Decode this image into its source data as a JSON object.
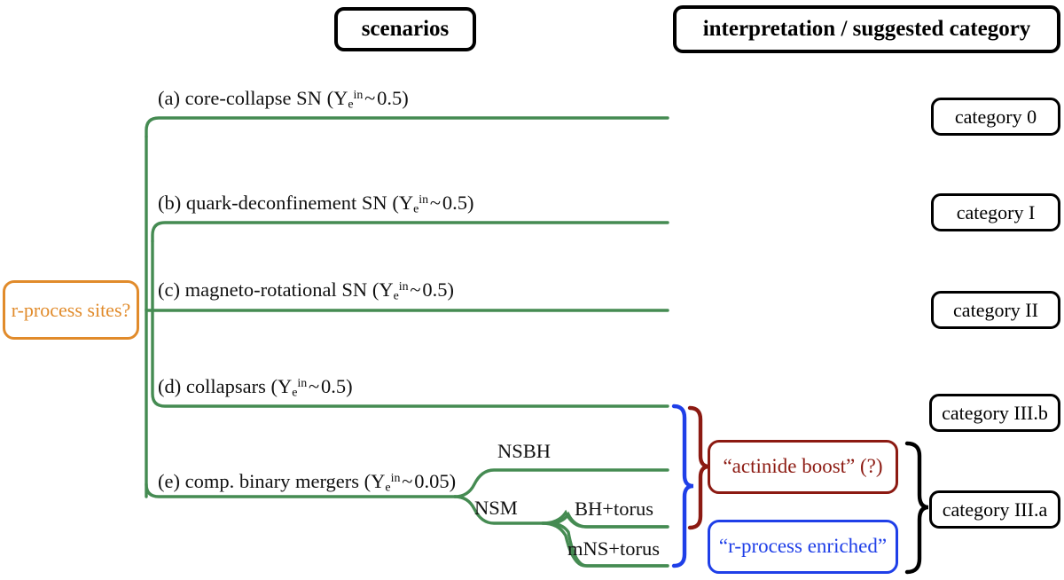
{
  "diagram": {
    "title_not_shown": "",
    "headers": [
      {
        "id": "scenarios",
        "label": "scenarios"
      },
      {
        "id": "interpretation",
        "label": "interpretation / suggested category"
      }
    ],
    "source": {
      "label": "r-process sites?",
      "color": "#E18B2B"
    },
    "scenarios": [
      {
        "id": "a",
        "prefix": "(a)",
        "name": "core-collapse SN",
        "ye_label": "Y",
        "ye_sub": "e",
        "ye_sup": "in",
        "ye_rel": "~",
        "ye_value": "0.5",
        "full": "(a) core-collapse SN (Ye^in ~ 0.5)"
      },
      {
        "id": "b",
        "prefix": "(b)",
        "name": "quark-deconfinement SN",
        "ye_label": "Y",
        "ye_sub": "e",
        "ye_sup": "in",
        "ye_rel": "~",
        "ye_value": "0.5",
        "full": "(b) quark-deconfinement SN (Ye^in ~ 0.5)"
      },
      {
        "id": "c",
        "prefix": "(c)",
        "name": "magneto-rotational SN",
        "ye_label": "Y",
        "ye_sub": "e",
        "ye_sup": "in",
        "ye_rel": "~",
        "ye_value": "0.5",
        "full": "(c) magneto-rotational SN (Ye^in ~ 0.5)"
      },
      {
        "id": "d",
        "prefix": "(d)",
        "name": "collapsars",
        "ye_label": "Y",
        "ye_sub": "e",
        "ye_sup": "in",
        "ye_rel": "~",
        "ye_value": "0.5",
        "full": "(d) collapsars (Ye^in ~ 0.5)"
      },
      {
        "id": "e",
        "prefix": "(e)",
        "name": "comp. binary mergers",
        "ye_label": "Y",
        "ye_sub": "e",
        "ye_sup": "in",
        "ye_rel": "~",
        "ye_value": "0.05",
        "full": "(e) comp. binary mergers (Ye^in ~ 0.05)"
      }
    ],
    "subbranches": [
      {
        "id": "nsbh",
        "label": "NSBH"
      },
      {
        "id": "nsm",
        "label": "NSM"
      },
      {
        "id": "bh-torus",
        "label": "BH+torus"
      },
      {
        "id": "mns-torus",
        "label": "mNS+torus"
      }
    ],
    "interpretations": [
      {
        "id": "actinide-boost",
        "label": "“actinide boost” (?)",
        "color": "#8C1A12"
      },
      {
        "id": "r-process-enriched",
        "label": "“r-process enriched”",
        "color": "#1F3FE8"
      }
    ],
    "categories": [
      {
        "id": "cat0",
        "label": "category 0"
      },
      {
        "id": "catI",
        "label": "category I"
      },
      {
        "id": "catII",
        "label": "category II"
      },
      {
        "id": "catIIIb",
        "label": "category III.b"
      },
      {
        "id": "catIIIa",
        "label": "category III.a"
      }
    ],
    "colors": {
      "tree": "#458B52",
      "source": "#E18B2B",
      "actinide": "#8C1A12",
      "r_process": "#1F3FE8",
      "black": "#000000",
      "background": "#FFFFFF"
    }
  }
}
